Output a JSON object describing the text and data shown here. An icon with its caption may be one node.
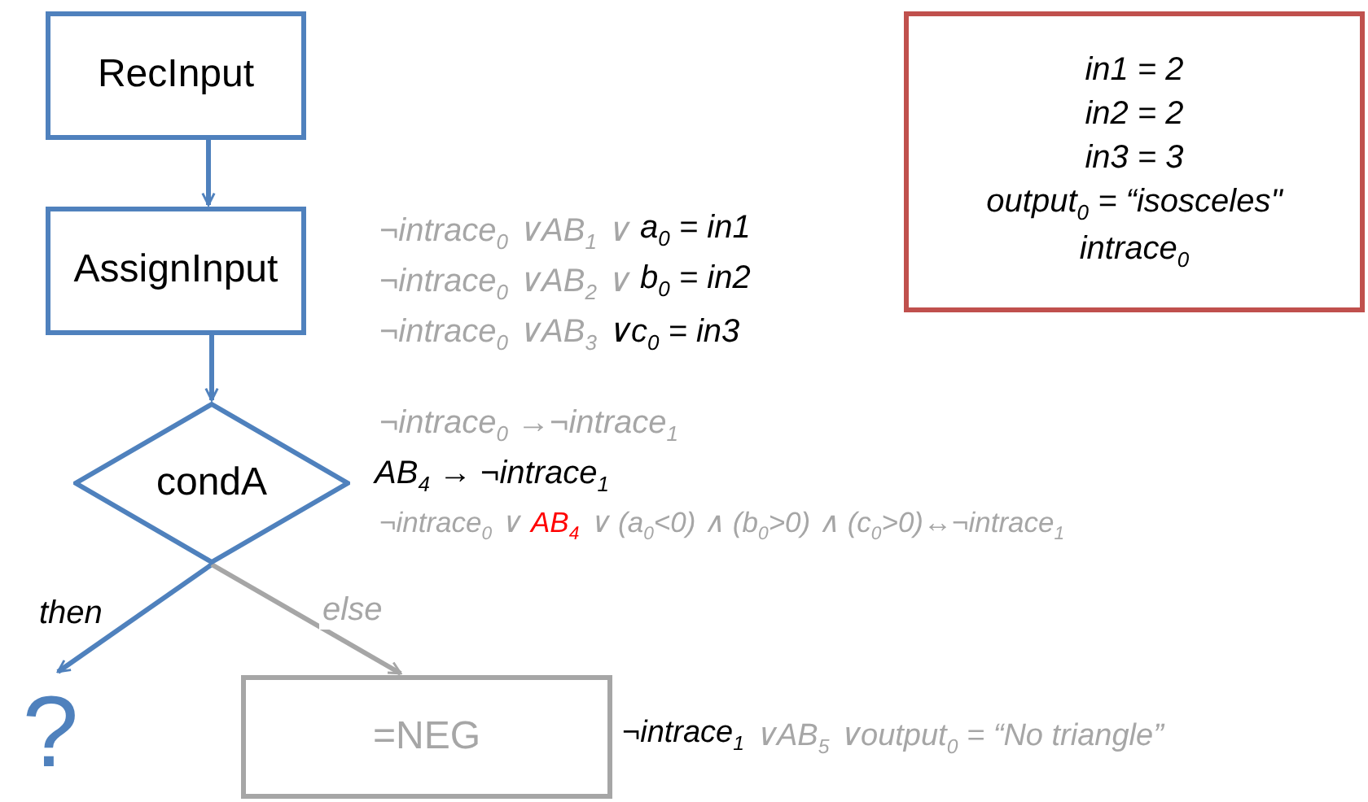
{
  "diagram": {
    "nodes": [
      {
        "text": [
          "RecInput"
        ]
      },
      {
        "text": [
          "AssignInput"
        ]
      },
      {
        "text": [
          "condA"
        ]
      },
      {
        "text": [
          "?"
        ]
      },
      {
        "text": [
          "=NEG"
        ]
      },
      {
        "text": [
          "in1 = 2",
          "in2 = 2",
          "in3 = 3",
          "output$_{0}$  =  “isosceles\"",
          "intrace$_{0}$"
        ]
      }
    ],
    "edges": [
      {
        "from": 0,
        "to": 1,
        "arrow": "to"
      },
      {
        "from": 1,
        "to": 2,
        "arrow": "to"
      },
      {
        "from": 2,
        "to": 3,
        "arrow": "to",
        "label": "then"
      },
      {
        "from": 2,
        "to": 4,
        "arrow": "to",
        "label": "else",
        "color": "#a6a6a6"
      }
    ],
    "labels": [
      "¬intrace$_{0}$ ∨AB$_{1}$ ∨",
      "a$_{0}$ = in1",
      "¬intrace$_{0}$ ∨AB$_{2}$ ∨",
      "b$_{0}$ = in2",
      "¬intrace$_{0}$ ∨AB$_{3}$",
      "∨c$_{0}$ = in3",
      "¬intrace$_{0}$ →¬intrace$_{1}$",
      "AB$_{4}$ → ¬intrace$_{1}$",
      "¬intrace$_{0}$ ∨",
      "AB$_{4}$",
      "∨ (a$_{0}$<0) ∧ (b$_{0}$>0) ∧ (c$_{0}$>0)↔¬intrace$_{1}$",
      "¬intrace$_{1}$",
      "∨AB$_{5}$ ∨output$_{0}$ = “No triangle”"
    ]
  }
}
